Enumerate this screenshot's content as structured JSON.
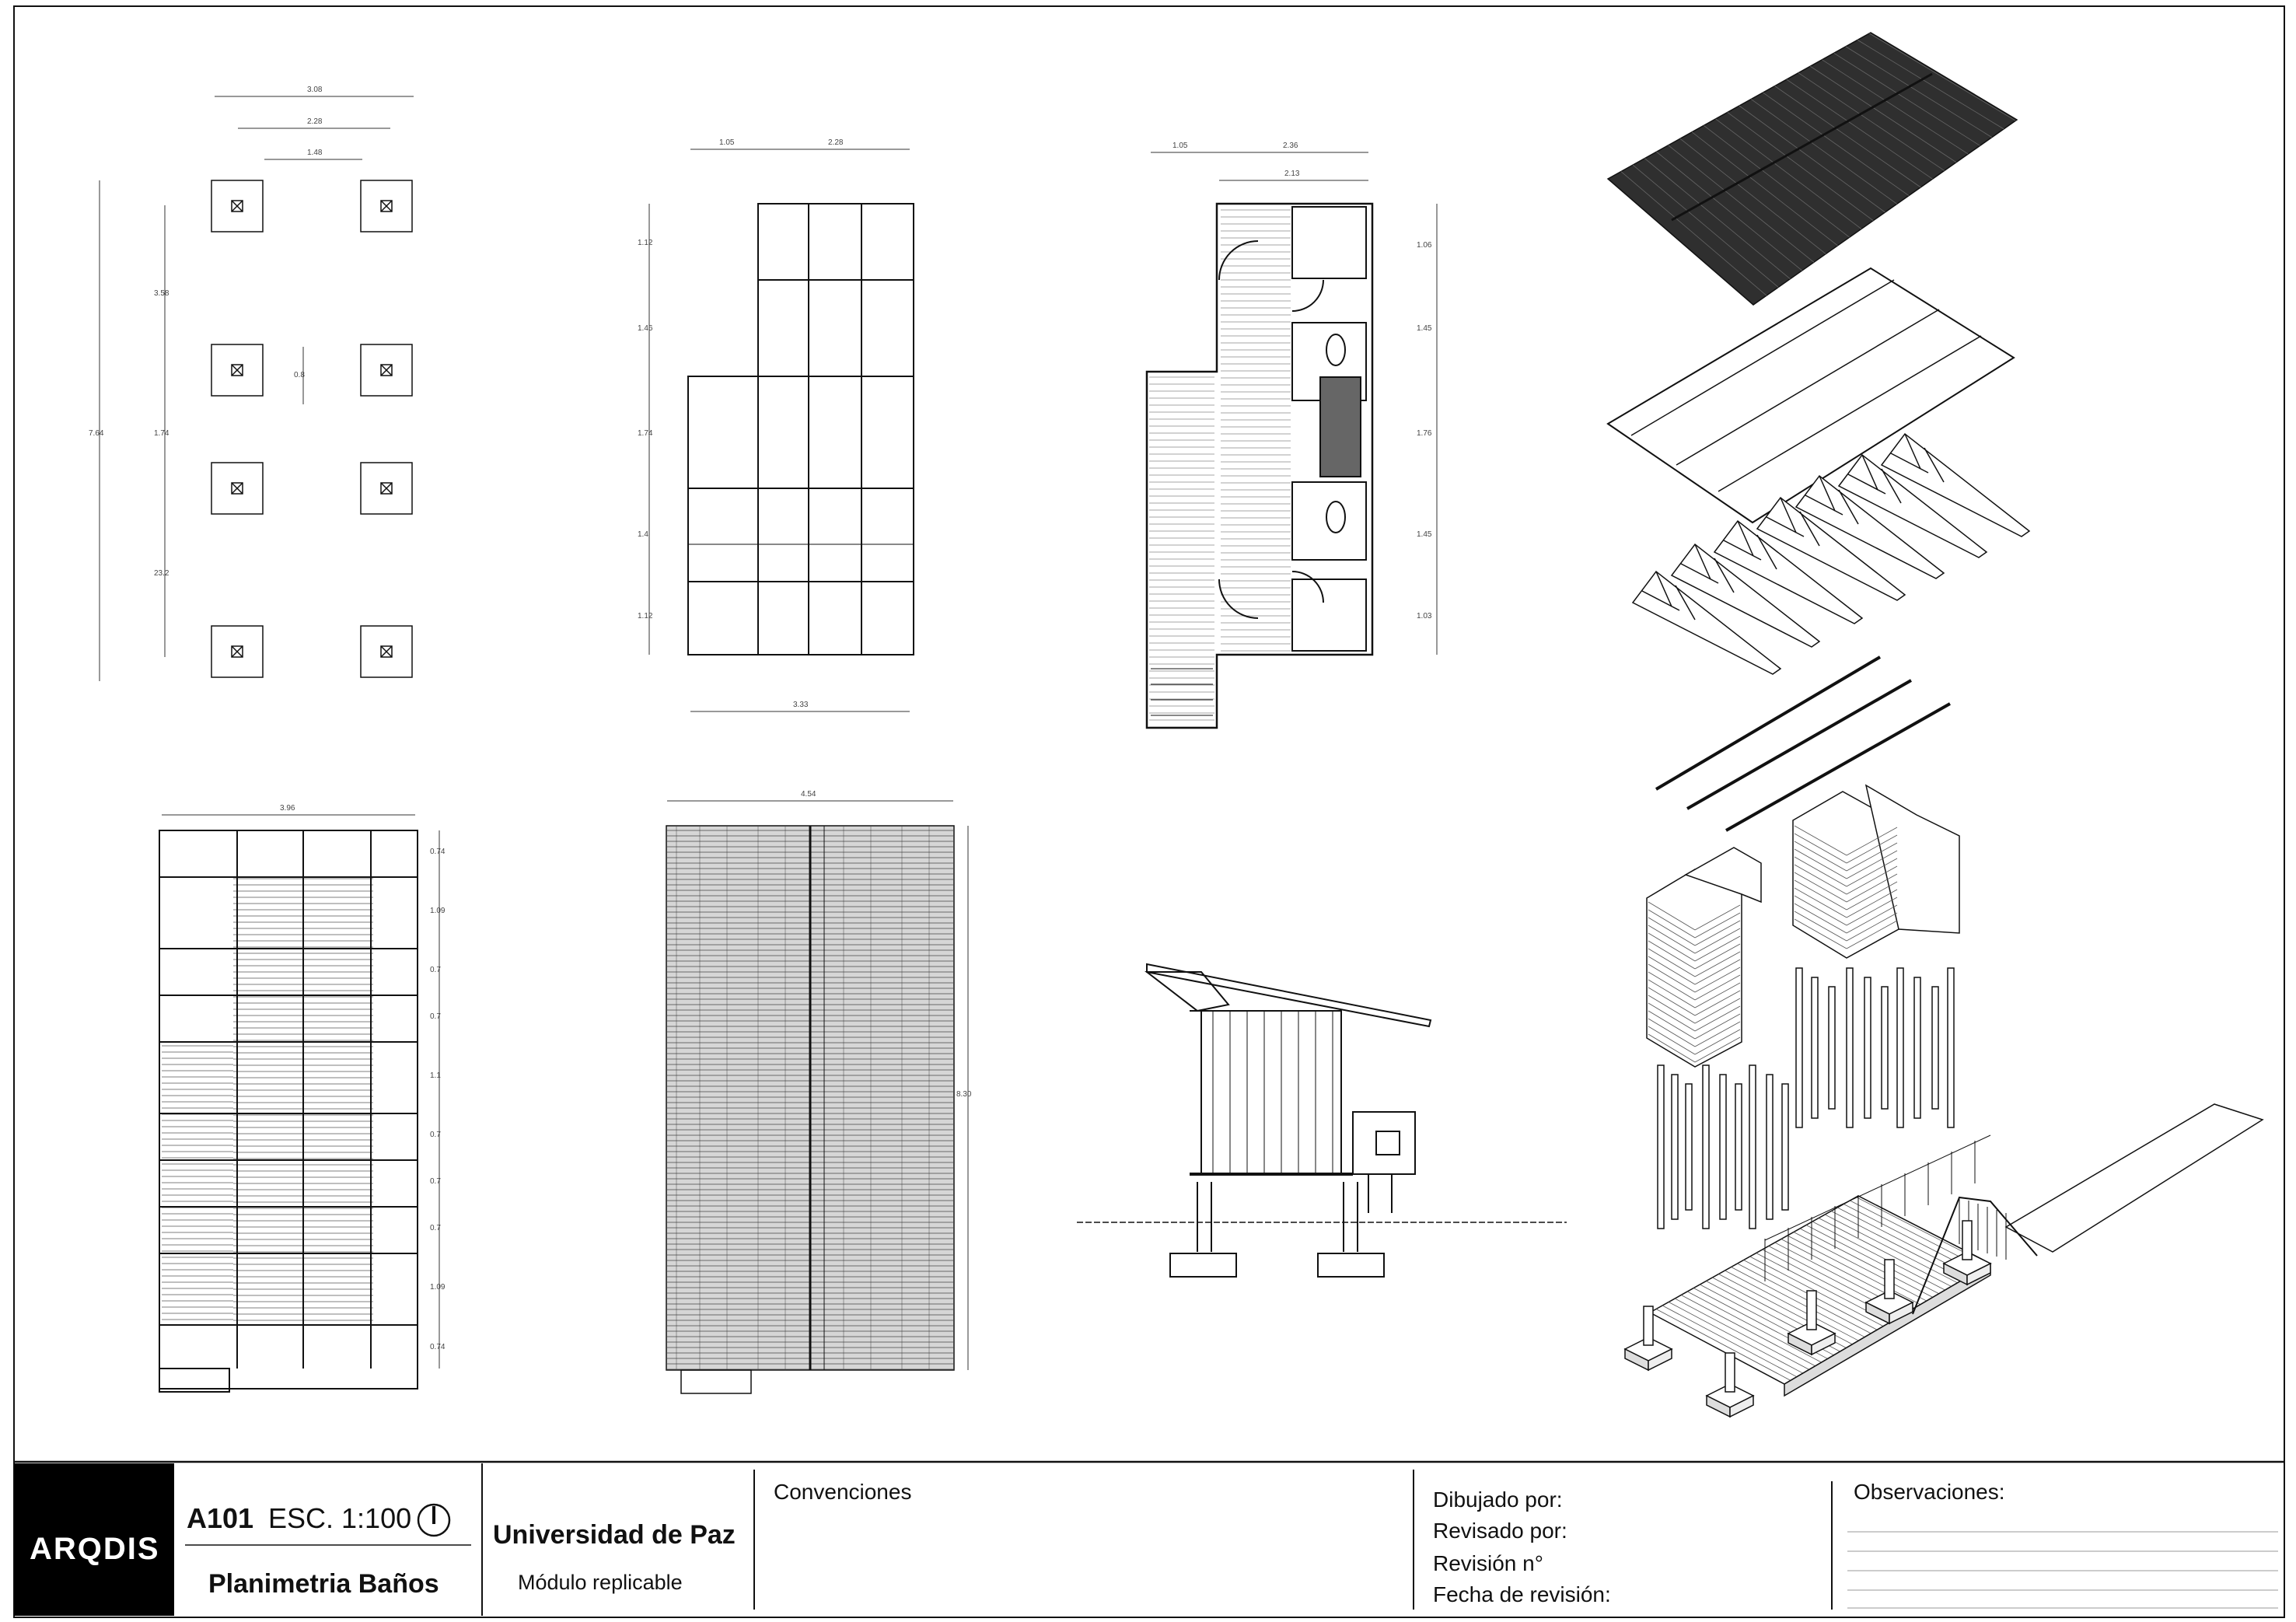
{
  "title_block": {
    "logo": "ARQDIS",
    "sheet_code": "A101",
    "scale": "ESC. 1:100",
    "sheet_title": "Planimetria Baños",
    "project_name": "Universidad de Paz",
    "project_subtitle": "Módulo replicable",
    "conventions_label": "Convenciones",
    "drawn_by_label": "Dibujado por:",
    "reviewed_by_label": "Revisado por:",
    "revision_label": "Revisión n°",
    "revision_date_label": "Fecha de revisión:",
    "observations_label": "Observaciones:",
    "north_icon": "north-arrow-icon"
  },
  "dimensions": {
    "foundation": [
      "3.08",
      "2.28",
      "1.48",
      "7.64",
      "3.58",
      "0.8",
      "1.74",
      "23.2"
    ],
    "framing": [
      "1.05",
      "2.28",
      "1.12",
      "1.46",
      "1.74",
      "1.4",
      "1.12",
      "3.33"
    ],
    "floor_plan": [
      "1.05",
      "2.36",
      "2.13",
      "1.06",
      "1.45",
      "1.76",
      "1.45",
      "1.03"
    ],
    "roof_framing": [
      "3.96",
      "0.74",
      "1.09",
      "0.7",
      "0.7",
      "1.1",
      "0.7",
      "0.7",
      "0.7",
      "1.09",
      "0.74"
    ],
    "roof_plan": [
      "4.54",
      "8.30"
    ]
  },
  "colors": {
    "line": "#111111",
    "roof_fill": "#333333",
    "sheet_bg": "#ffffff"
  }
}
